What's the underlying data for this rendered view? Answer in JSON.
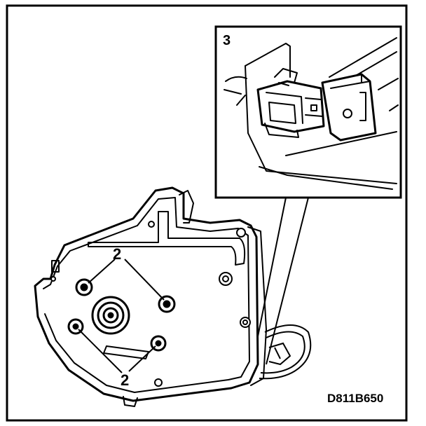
{
  "diagram": {
    "labels": {
      "detail_number": "3",
      "callout_top": "2",
      "callout_bottom": "2",
      "figure_code": "D811B650"
    },
    "colors": {
      "ink": "#000000",
      "paper": "#ffffff"
    }
  }
}
